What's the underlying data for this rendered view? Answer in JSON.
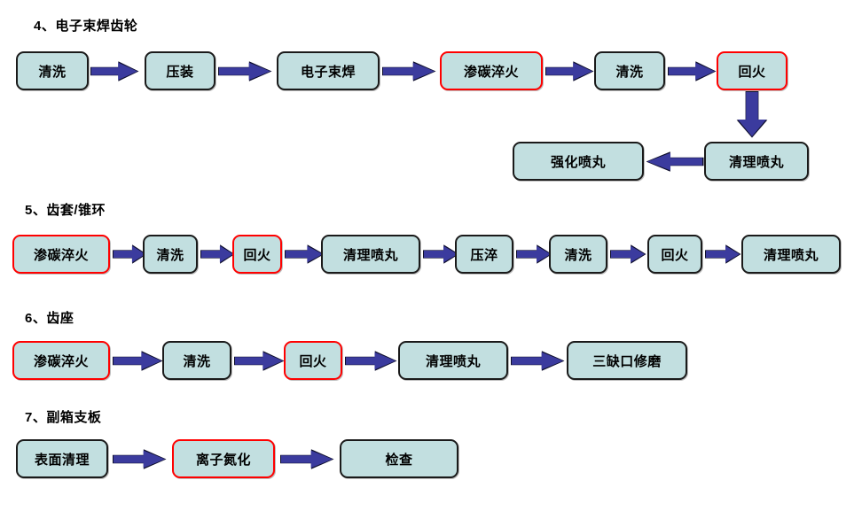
{
  "palette": {
    "box_fill": "#c2dfe0",
    "box_border": "#1a1a1a",
    "highlight_border": "#ff0000",
    "arrow_fill": "#3b3b9e",
    "arrow_outline": "#0e0e2b",
    "text": "#000000",
    "background": "#ffffff"
  },
  "sections": [
    {
      "heading": "4、电子束焊齿轮",
      "rows": [
        {
          "nodes": [
            {
              "label": "清洗",
              "highlight": false
            },
            {
              "label": "压装",
              "highlight": false
            },
            {
              "label": "电子束焊",
              "highlight": false
            },
            {
              "label": "渗碳淬火",
              "highlight": true
            },
            {
              "label": "清洗",
              "highlight": false
            },
            {
              "label": "回火",
              "highlight": true
            }
          ]
        },
        {
          "nodes": [
            {
              "label": "强化喷丸",
              "highlight": false
            },
            {
              "label": "清理喷丸",
              "highlight": false
            }
          ]
        }
      ]
    },
    {
      "heading": "5、齿套/锥环",
      "rows": [
        {
          "nodes": [
            {
              "label": "渗碳淬火",
              "highlight": true
            },
            {
              "label": "清洗",
              "highlight": false
            },
            {
              "label": "回火",
              "highlight": true
            },
            {
              "label": "清理喷丸",
              "highlight": false
            },
            {
              "label": "压淬",
              "highlight": false
            },
            {
              "label": "清洗",
              "highlight": false
            },
            {
              "label": "回火",
              "highlight": false
            },
            {
              "label": "清理喷丸",
              "highlight": false
            }
          ]
        }
      ]
    },
    {
      "heading": "6、齿座",
      "rows": [
        {
          "nodes": [
            {
              "label": "渗碳淬火",
              "highlight": true
            },
            {
              "label": "清洗",
              "highlight": false
            },
            {
              "label": "回火",
              "highlight": true
            },
            {
              "label": "清理喷丸",
              "highlight": false
            },
            {
              "label": "三缺口修磨",
              "highlight": false
            }
          ]
        }
      ]
    },
    {
      "heading": "7、副箱支板",
      "rows": [
        {
          "nodes": [
            {
              "label": "表面清理",
              "highlight": false
            },
            {
              "label": "离子氮化",
              "highlight": true
            },
            {
              "label": "检查",
              "highlight": false
            }
          ]
        }
      ]
    }
  ],
  "nodes": {
    "s4r1n1": "清洗",
    "s4r1n2": "压装",
    "s4r1n3": "电子束焊",
    "s4r1n4": "渗碳淬火",
    "s4r1n5": "清洗",
    "s4r1n6": "回火",
    "s4r2n1": "强化喷丸",
    "s4r2n2": "清理喷丸",
    "s5n1": "渗碳淬火",
    "s5n2": "清洗",
    "s5n3": "回火",
    "s5n4": "清理喷丸",
    "s5n5": "压淬",
    "s5n6": "清洗",
    "s5n7": "回火",
    "s5n8": "清理喷丸",
    "s6n1": "渗碳淬火",
    "s6n2": "清洗",
    "s6n3": "回火",
    "s6n4": "清理喷丸",
    "s6n5": "三缺口修磨",
    "s7n1": "表面清理",
    "s7n2": "离子氮化",
    "s7n3": "检查"
  },
  "headings": {
    "h4": "4、电子束焊齿轮",
    "h5": "5、齿套/锥环",
    "h6": "6、齿座",
    "h7": "7、副箱支板"
  }
}
